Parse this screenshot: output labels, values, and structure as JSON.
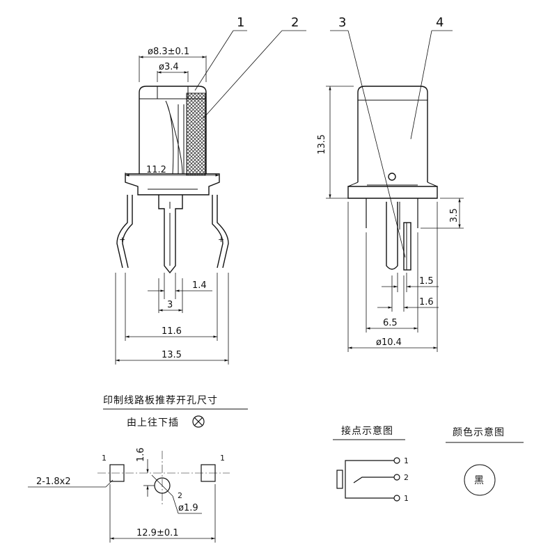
{
  "colors": {
    "line": "#111111",
    "hatch": "#333333",
    "background": "#ffffff"
  },
  "callouts": [
    "1",
    "2",
    "3",
    "4"
  ],
  "front_view": {
    "dims": {
      "outer_diameter": "ø8.3±0.1",
      "inner_diameter": "ø3.4",
      "width_11_2": "11.2",
      "pin_1_4": "1.4",
      "pin_3": "3",
      "span_11_6": "11.6",
      "span_13_5": "13.5"
    }
  },
  "side_view": {
    "dims": {
      "height_13_5": "13.5",
      "height_3_5": "3.5",
      "d_1_5": "1.5",
      "d_1_6": "1.6",
      "d_6_5": "6.5",
      "diameter_10_4": "ø10.4"
    }
  },
  "pcb": {
    "title": "印制线路板推荐开孔尺寸",
    "subtitle": "由上往下插",
    "pad_label_left": "1",
    "pad_label_right": "1",
    "center_label": "2",
    "pads_dim": "2-1.8x2",
    "offset_dim": "1.6",
    "hole_dim": "ø1.9",
    "span_dim": "12.9±0.1"
  },
  "contact": {
    "title": "接点示意图",
    "labels": [
      "1",
      "2",
      "1"
    ]
  },
  "color_legend": {
    "title": "颜色示意图",
    "swatch": "黑"
  }
}
